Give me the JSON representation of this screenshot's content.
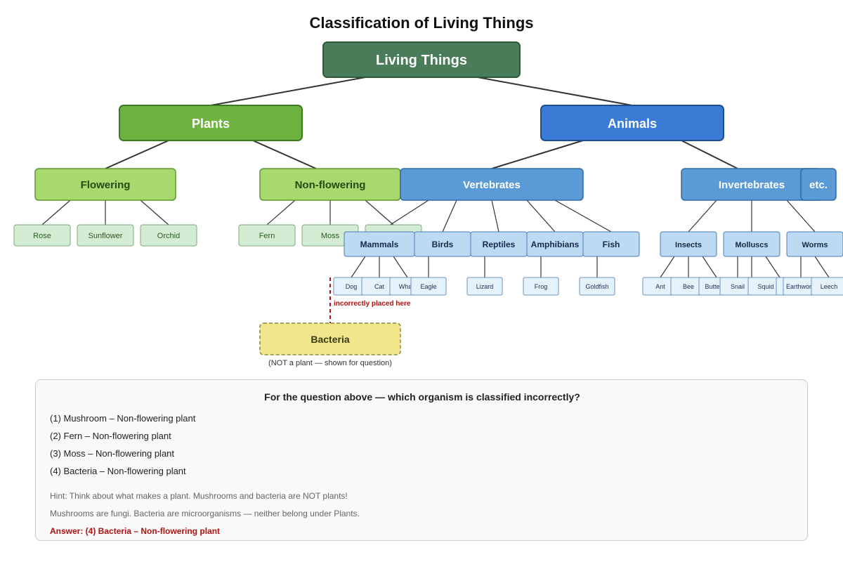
{
  "title": "Classification of Living Things",
  "colors": {
    "root_fill": "#4a7c59",
    "plants_fill": "#6cb33f",
    "animals_fill": "#3a7bd5",
    "plant_category_fill": "#a8d86e",
    "animal_category_fill": "#5b9bd5",
    "plant_leaf_fill": "#d5ecd4",
    "animal_class_fill": "#bcdaf2",
    "species_fill": "#e6f2fb",
    "bacteria_fill": "#f0e68c",
    "error_red": "#b01212"
  },
  "tree": {
    "root": "Living Things",
    "plants": {
      "label": "Plants",
      "flowering": {
        "label": "Flowering",
        "leaves": [
          "Rose",
          "Sunflower",
          "Orchid"
        ]
      },
      "non_flowering": {
        "label": "Non-flowering",
        "leaves": [
          "Fern",
          "Moss"
        ]
      }
    },
    "animals": {
      "label": "Animals",
      "vertebrates": {
        "label": "Vertebrates",
        "classes": [
          "Mammals",
          "Birds",
          "Reptiles",
          "Amphibians",
          "Fish"
        ],
        "species": {
          "mammals": [
            "Dog",
            "Cat",
            "Wha"
          ],
          "birds": [
            "Eagle"
          ],
          "reptiles": [
            "Lizard"
          ],
          "amphibians": [
            "Frog"
          ],
          "fish": [
            "Goldfish"
          ]
        }
      },
      "invertebrates": {
        "label": "Invertebrates",
        "etc": "etc.",
        "classes": [
          "Insects",
          "Molluscs",
          "Worms"
        ],
        "species": {
          "insects": [
            "Ant",
            "Bee",
            "Butte"
          ],
          "molluscs": [
            "Snail",
            "Squid"
          ],
          "worms": [
            "Earthwor",
            "Leech"
          ]
        }
      }
    },
    "bacteria": {
      "label": "Bacteria",
      "note": "incorrectly placed here",
      "caption": "(NOT a plant — shown for question)"
    }
  },
  "question": {
    "prompt": "For the question above — which organism is classified incorrectly?",
    "options": [
      "(1) Mushroom – Non-flowering plant",
      "(2) Fern – Non-flowering plant",
      "(3) Moss – Non-flowering plant",
      "(4) Bacteria – Non-flowering plant"
    ],
    "hints": [
      "Hint: Think about what makes a plant. Mushrooms and bacteria are NOT plants!",
      "Mushrooms are fungi. Bacteria are microorganisms — neither belong under Plants."
    ],
    "answer": "Answer: (4) Bacteria – Non-flowering plant"
  }
}
